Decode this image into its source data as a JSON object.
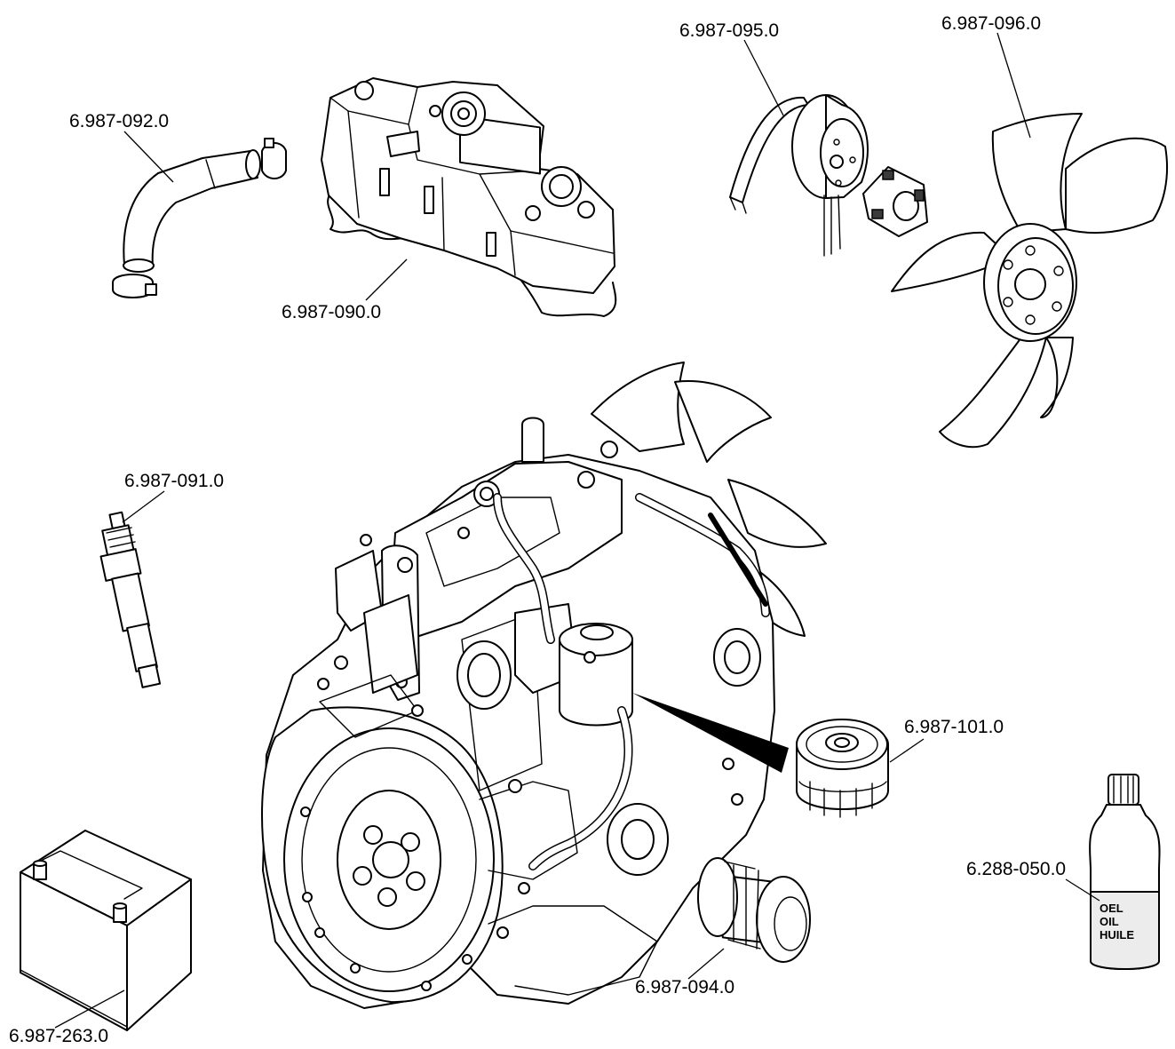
{
  "parts": {
    "radiator_hose": {
      "number": "6.987-092.0"
    },
    "valve_cover_gasket": {
      "number": "6.987-090.0"
    },
    "v_belt": {
      "number": "6.987-095.0"
    },
    "fan": {
      "number": "6.987-096.0"
    },
    "glow_plug": {
      "number": "6.987-091.0"
    },
    "fuel_filter": {
      "number": "6.987-101.0"
    },
    "oil_filter": {
      "number": "6.987-094.0"
    },
    "battery": {
      "number": "6.987-263.0"
    },
    "engine_oil": {
      "number": "6.288-050.0"
    }
  },
  "oil_bottle_label": {
    "line1": "OEL",
    "line2": "OIL",
    "line3": "HUILE"
  }
}
